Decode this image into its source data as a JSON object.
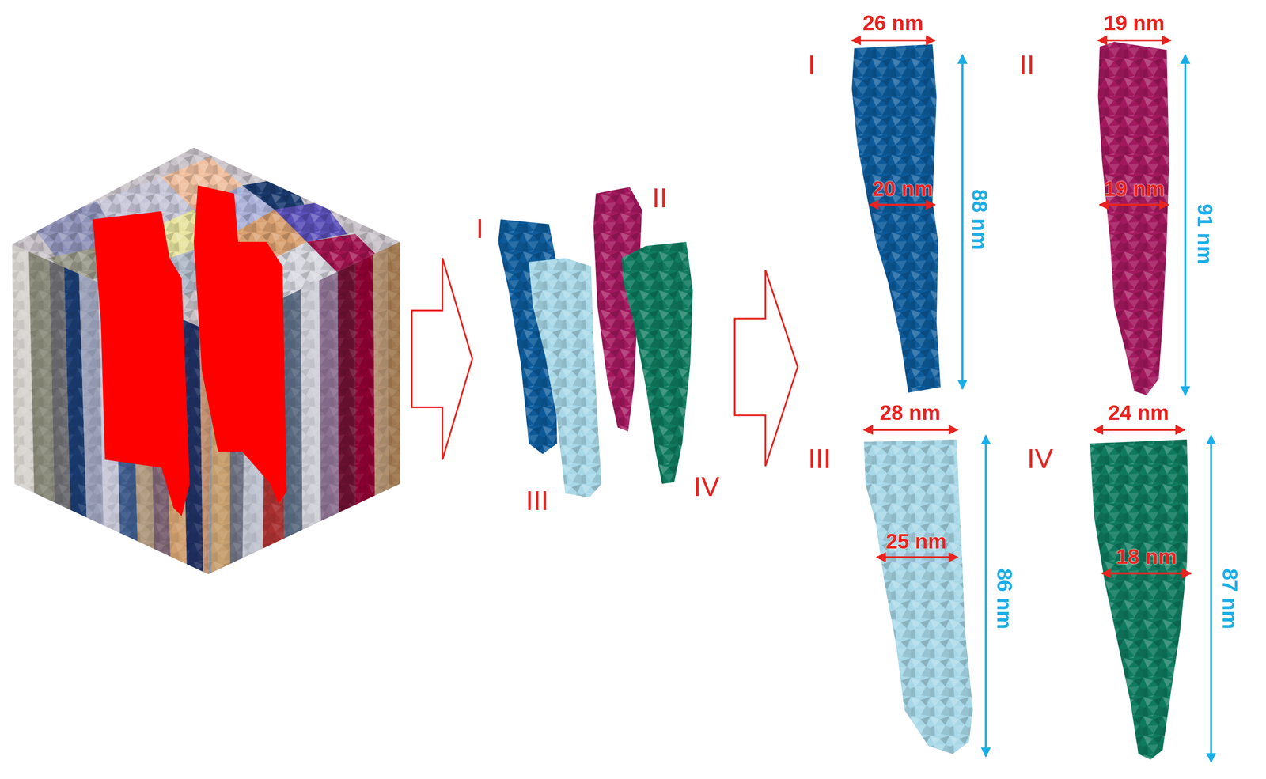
{
  "diagram": {
    "labels": [
      "I",
      "II",
      "III",
      "IV",
      "I",
      "26 nm",
      "20 nm",
      "88 nm",
      "II",
      "19 nm",
      "19 nm",
      "91 nm",
      "III",
      "28 nm",
      "25 nm",
      "86 nm",
      "IV",
      "24 nm",
      "18 nm",
      "87 nm"
    ]
  }
}
